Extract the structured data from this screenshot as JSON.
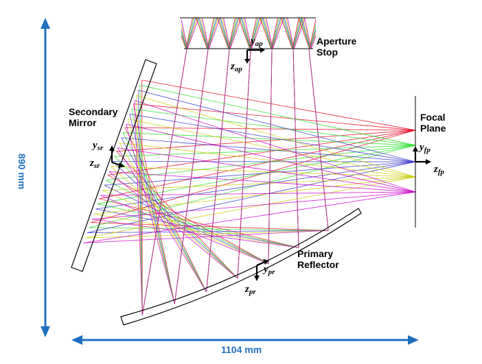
{
  "labels": {
    "aperture_line1": "Aperture",
    "aperture_line2": "Stop",
    "secondary_line1": "Secondary",
    "secondary_line2": "Mirror",
    "focal_line1": "Focal",
    "focal_line2": "Plane",
    "primary_line1": "Primary",
    "primary_line2": "Reflector"
  },
  "axes": {
    "y_ap": {
      "var": "y",
      "sub": "ap"
    },
    "z_ap": {
      "var": "z",
      "sub": "ap"
    },
    "y_sr": {
      "var": "y",
      "sub": "sr"
    },
    "z_sr": {
      "var": "z",
      "sub": "sr"
    },
    "y_fp": {
      "var": "y",
      "sub": "fp"
    },
    "z_fp": {
      "var": "z",
      "sub": "fp"
    },
    "y_pr": {
      "var": "y",
      "sub": "pr"
    },
    "z_pr": {
      "var": "z",
      "sub": "pr"
    }
  },
  "dimensions": {
    "height": "890 mm",
    "width": "1104 mm"
  },
  "colors": {
    "dimension": "#1f6fbf",
    "ray_red": "#e8001c",
    "ray_green": "#22dd22",
    "ray_blue": "#3333cc",
    "ray_yellow": "#cccc00",
    "ray_magenta": "#cc00cc"
  }
}
